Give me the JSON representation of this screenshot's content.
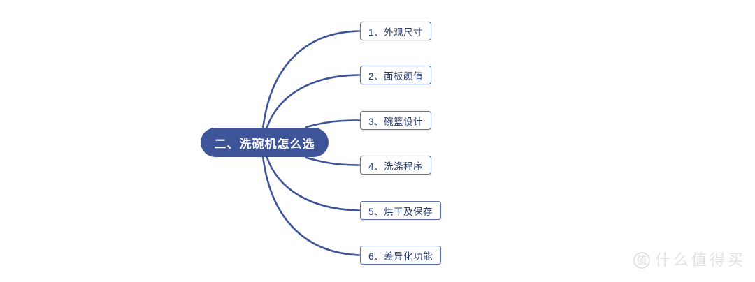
{
  "mindmap": {
    "root": {
      "label": "二、洗碗机怎么选"
    },
    "branches": [
      {
        "label": "1、外观尺寸"
      },
      {
        "label": "2、面板颜值"
      },
      {
        "label": "3、碗篮设计"
      },
      {
        "label": "4、洗涤程序"
      },
      {
        "label": "5、烘干及保存"
      },
      {
        "label": "6、差异化功能"
      }
    ]
  },
  "watermark": {
    "logo_char": "值",
    "text": "什么值得买"
  },
  "colors": {
    "background": "#FFFFFF",
    "root_fill": "#3D5499",
    "root_text": "#FFFFFF",
    "edge_stroke": "#3D5499",
    "branch_border": "#5C6DB1",
    "branch_text": "#28396B",
    "watermark_gray": "#E2E2E2"
  }
}
